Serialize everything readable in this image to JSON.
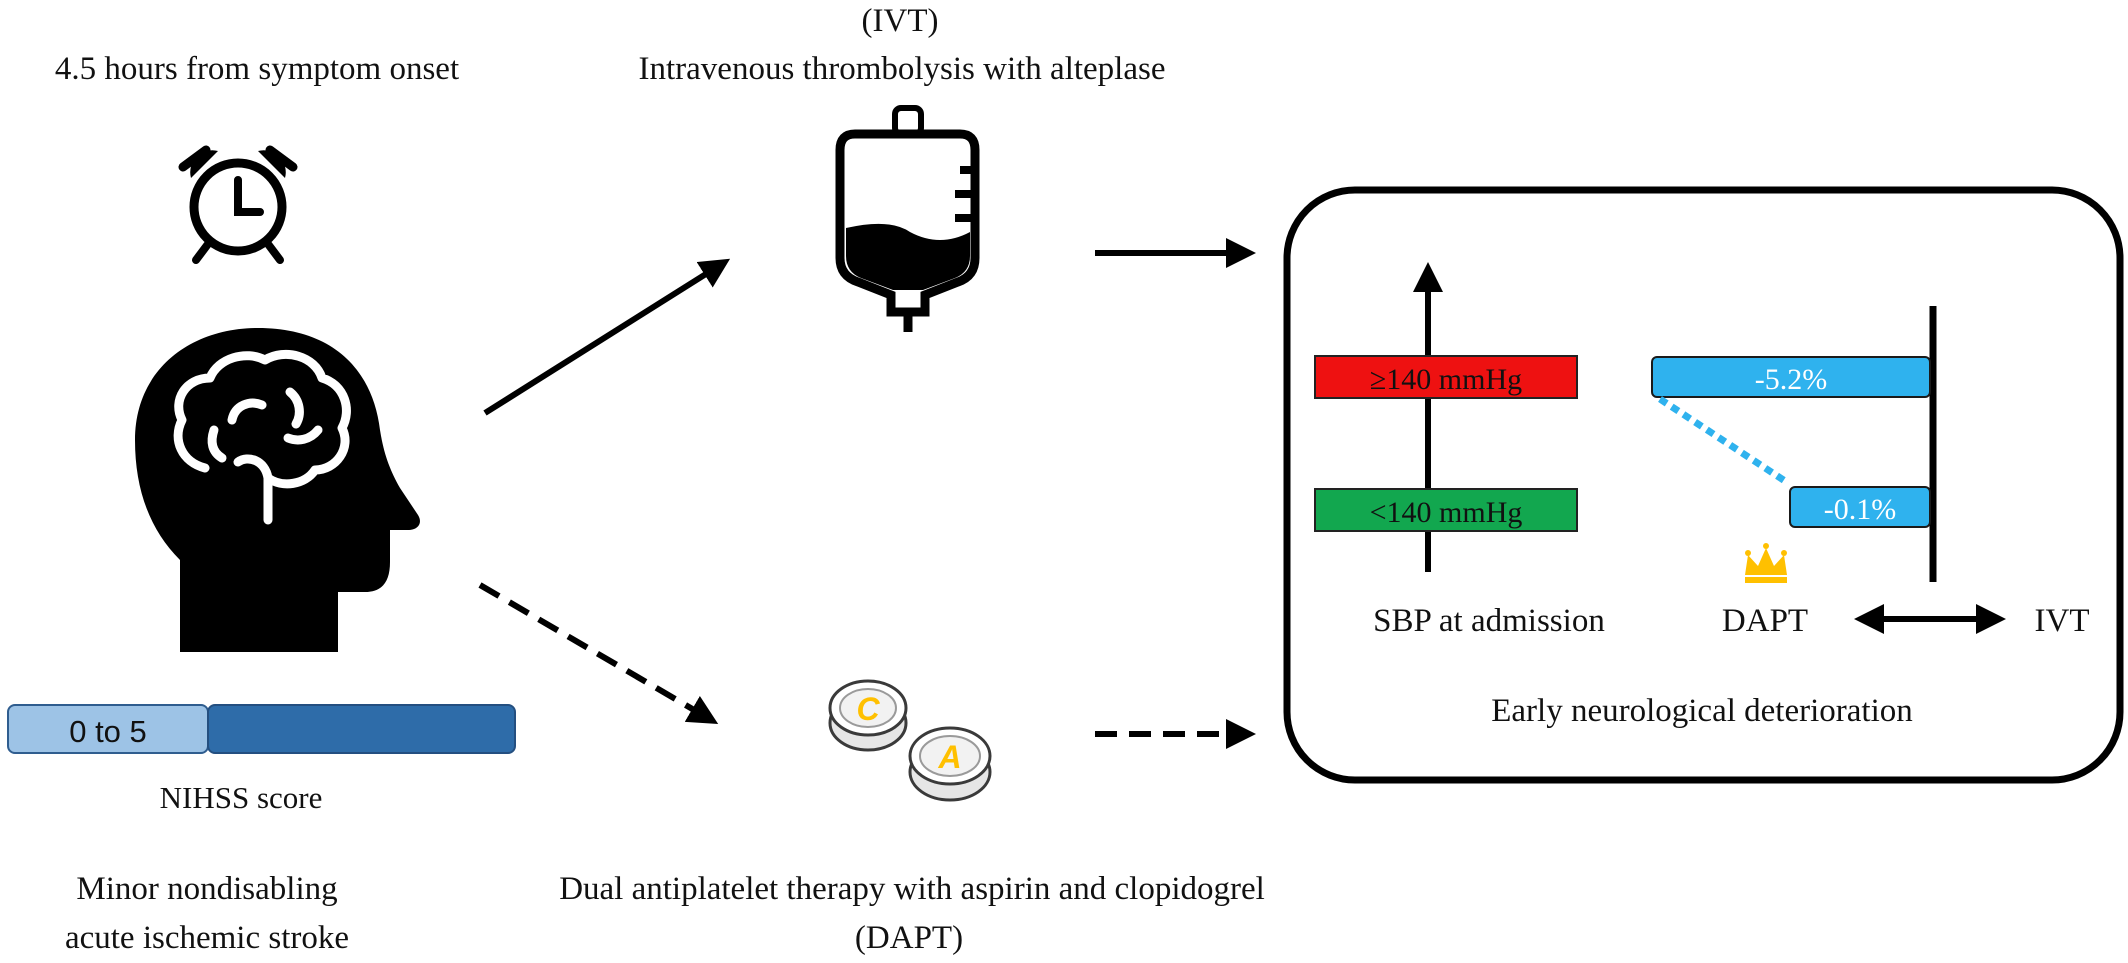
{
  "left": {
    "time_window": "4.5 hours from symptom onset",
    "nihss_segment_label": "0 to 5",
    "nihss_caption": "NIHSS score",
    "nihss_colors": {
      "low": "#9dc3e6",
      "high": "#2e6ca9"
    },
    "patient_line1": "Minor nondisabling",
    "patient_line2": "acute ischemic  stroke",
    "icons": {
      "clock": "alarm-clock-icon",
      "head": "head-brain-icon"
    }
  },
  "middle": {
    "ivt_abbr": "(IVT)",
    "ivt_full": "Intravenous thrombolysis  with alteplase",
    "dapt_full": "Dual antiplatelet  therapy with aspirin and clopidogrel",
    "dapt_abbr": "(DAPT)",
    "icons": {
      "ivt": "iv-bag-icon",
      "dapt": "pills-icon"
    },
    "pill_letters": [
      "C",
      "A"
    ]
  },
  "result": {
    "sbp_high": "≥140 mmHg",
    "sbp_low": "<140 mmHg",
    "sbp_axis": "SBP at admission",
    "value_high": "-5.2%",
    "value_low": "-0.1%",
    "compare_left": "DAPT",
    "compare_right": "IVT",
    "title": "Early neurological  deterioration",
    "colors": {
      "high_bp": "#ee1111",
      "low_bp": "#12a74f",
      "bar": "#2fb2ee",
      "crown": "#ffc000"
    },
    "icons": {
      "crown": "crown-icon"
    }
  }
}
